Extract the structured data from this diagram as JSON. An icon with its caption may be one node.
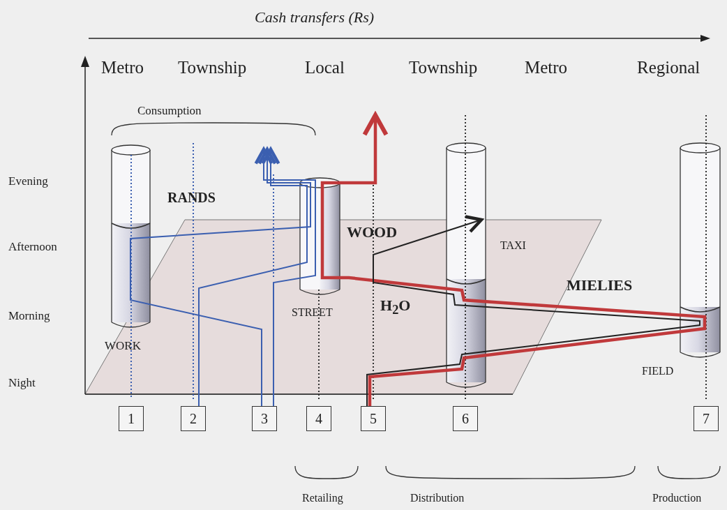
{
  "diagram": {
    "title": "Cash transfers (Rs)",
    "nodes": [
      {
        "text": [
          "1"
        ]
      },
      {
        "text": [
          "2"
        ]
      },
      {
        "text": [
          "3"
        ]
      },
      {
        "text": [
          "4"
        ]
      },
      {
        "text": [
          "5"
        ]
      },
      {
        "text": [
          "6"
        ]
      },
      {
        "text": [
          "7"
        ]
      }
    ],
    "edges": [
      {
        "from": 1,
        "to": null,
        "arrow": "to",
        "color": "#3b5fb0"
      },
      {
        "from": 2,
        "to": null,
        "arrow": "to",
        "color": "#3b5fb0"
      },
      {
        "from": 2,
        "to": null,
        "arrow": "to",
        "color": "#3b5fb0"
      },
      {
        "from": 4,
        "to": null,
        "arrow": "to",
        "style": "thick",
        "color": "#c0393b"
      },
      {
        "from": 4,
        "to": null,
        "arrow": "to",
        "color": "#222222"
      }
    ],
    "labels": [
      "Metro",
      "Township",
      "Local",
      "Township",
      "Metro",
      "Regional",
      "Consumption",
      "Evening",
      "RANDS",
      "WOOD",
      "Afternoon",
      "TAXI",
      "MIELIES",
      "H$_{2}$O",
      "STREET",
      "Morning",
      "WORK",
      "FIELD",
      "Night",
      "Retailing",
      "Distribution",
      "Production"
    ]
  }
}
